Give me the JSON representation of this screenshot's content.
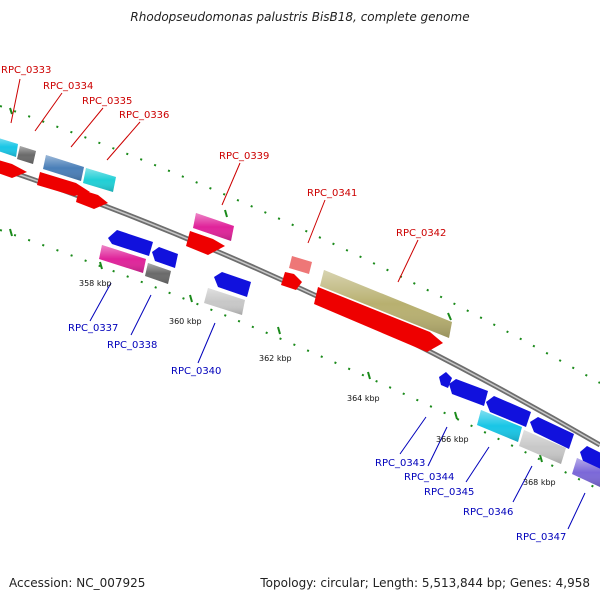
{
  "title": "Rhodopseudomonas palustris BisB18, complete genome",
  "footer": {
    "accession": "Accession: NC_007925",
    "topology": "Topology: circular; Length: 5,513,844 bp; Genes: 4,958"
  },
  "colors": {
    "forward_label": "#cc0000",
    "reverse_label": "#0000bb",
    "backbone": "#888888",
    "tick": "#1a8a1a"
  },
  "scale_ticks": [
    "358 kbp",
    "360 kbp",
    "362 kbp",
    "364 kbp",
    "366 kbp",
    "368 kbp"
  ],
  "gene_labels": {
    "forward": [
      "RPC_0333",
      "RPC_0334",
      "RPC_0335",
      "RPC_0336",
      "RPC_0339",
      "RPC_0341",
      "RPC_0342"
    ],
    "reverse": [
      "RPC_0337",
      "RPC_0338",
      "RPC_0340",
      "RPC_0343",
      "RPC_0344",
      "RPC_0345",
      "RPC_0346",
      "RPC_0347"
    ]
  }
}
